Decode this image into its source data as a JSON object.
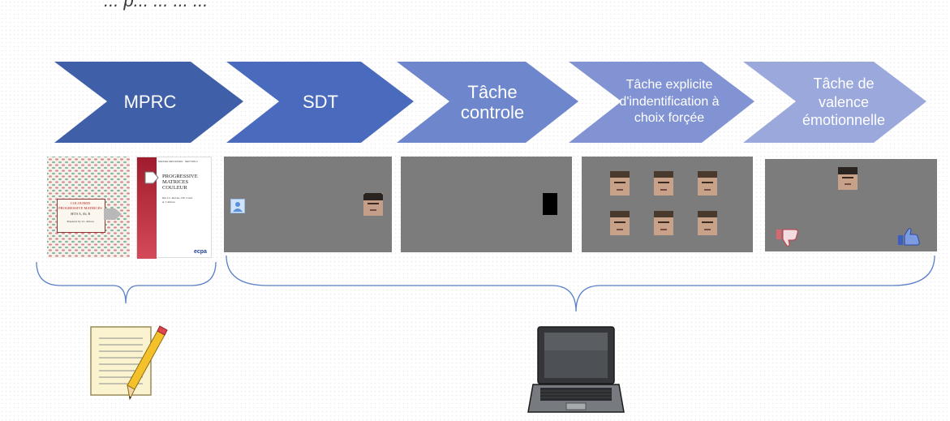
{
  "header_text": "... p... ... ... ...",
  "steps": [
    {
      "label": "MPRC"
    },
    {
      "label": "SDT"
    },
    {
      "label": "Tâche controle"
    },
    {
      "label": "Tâche explicite d'indentification à choix forçée"
    },
    {
      "label": "Tâche de valence émotionnelle"
    }
  ],
  "book": {
    "left_title_1": "COLOURED",
    "left_title_2": "PROGRESSIVE MATRICES",
    "left_sets": "SETS A, Ab, B",
    "left_author": "Prepared by J.C. Raven",
    "right_header": "MANUEL DES RAVEN · SECTION 2",
    "right_title_1": "PROGRESSIVE",
    "right_title_2": "MATRICES",
    "right_title_3": "COULEUR",
    "right_authors_1": "Jhn J.C. Raven, J.H. Court",
    "right_authors_2": "et J. Raven",
    "publisher": "ecpa"
  },
  "colors": {
    "chevron_1": "#3f5fa8",
    "chevron_2": "#4a6bbd",
    "chevron_3": "#6e86cc",
    "chevron_4": "#8193d2",
    "chevron_5": "#9aa8dc",
    "panel": "#7c7c7c",
    "brace": "#5b7fc8"
  },
  "icons": {
    "paper": "notepad-with-pencil-icon",
    "computer": "laptop-icon",
    "dislike": "thumbs-down-icon",
    "like": "thumbs-up-icon",
    "user": "user-placeholder-icon"
  }
}
